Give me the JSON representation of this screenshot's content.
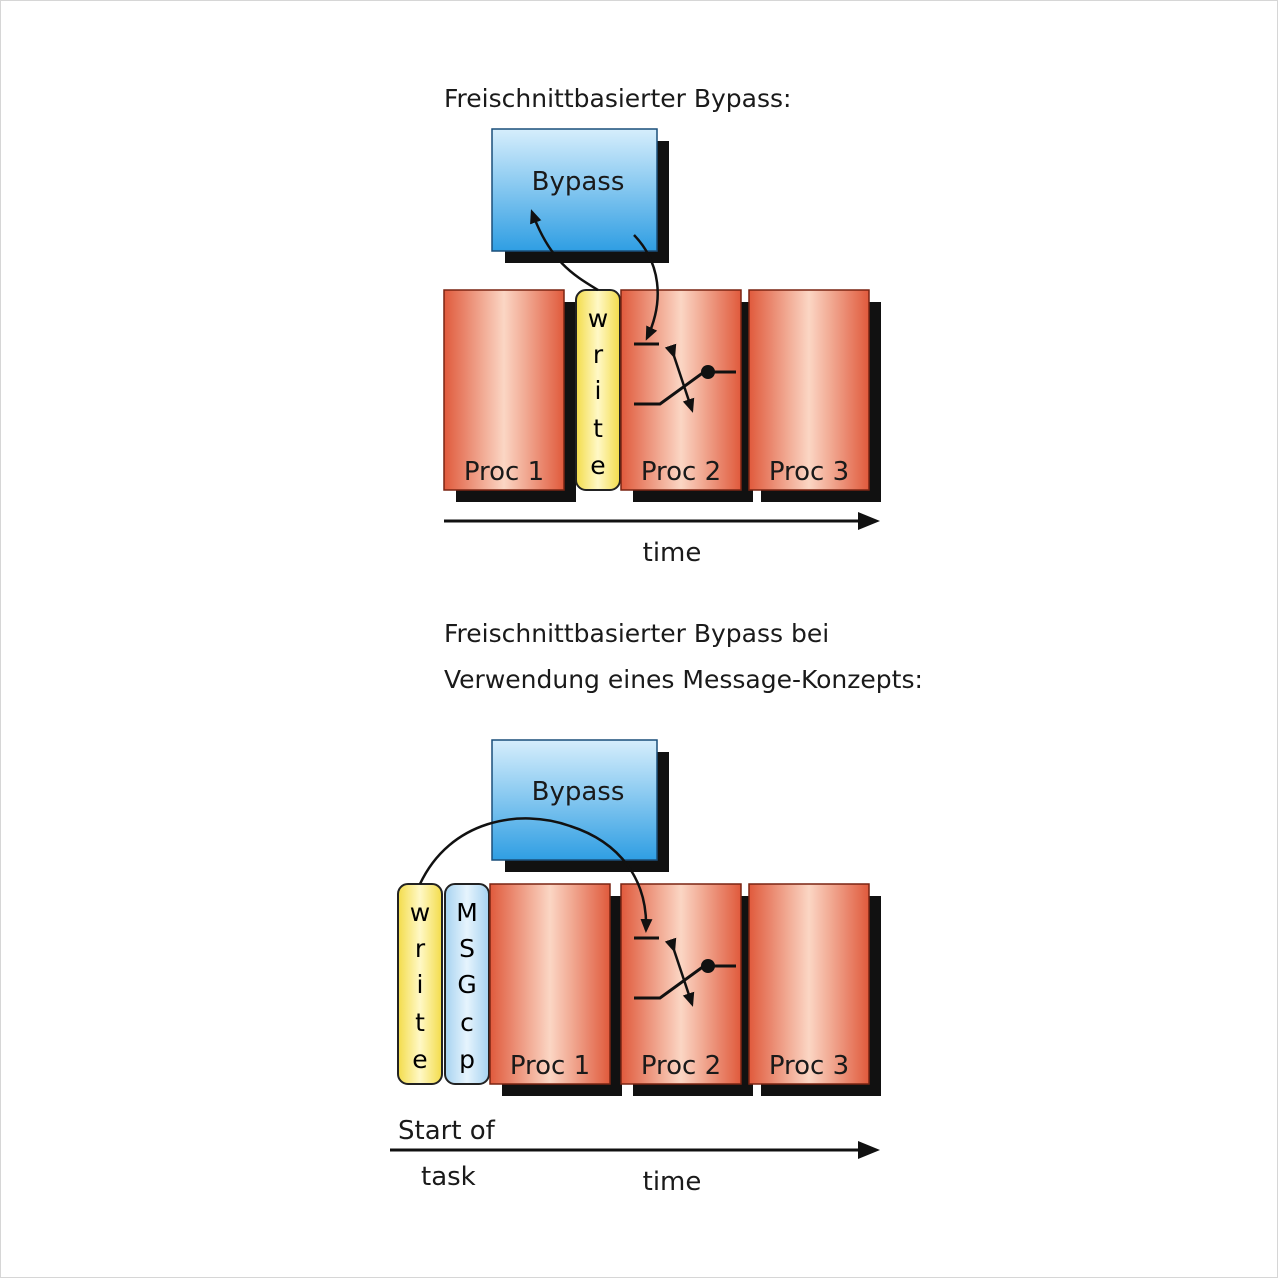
{
  "top_diagram": {
    "title": "Freischnittbasierter Bypass:",
    "bypass_label": "Bypass",
    "write_letters": [
      "w",
      "r",
      "i",
      "t",
      "e"
    ],
    "procs": [
      "Proc 1",
      "Proc 2",
      "Proc 3"
    ],
    "axis_label": "time"
  },
  "bottom_diagram": {
    "title_line1": "Freischnittbasierter Bypass bei",
    "title_line2": "Verwendung eines Message-Konzepts:",
    "bypass_label": "Bypass",
    "write_letters": [
      "w",
      "r",
      "i",
      "t",
      "e"
    ],
    "msgcp_letters": [
      "M",
      "S",
      "G",
      "c",
      "p"
    ],
    "procs": [
      "Proc 1",
      "Proc 2",
      "Proc 3"
    ],
    "start_label_line1": "Start of",
    "start_label_line2": "task",
    "axis_label": "time"
  },
  "colors": {
    "proc_fill": "#e8674a",
    "proc_highlight": "#fbd6c4",
    "bypass_fill": "#3aa6e6",
    "bypass_highlight": "#d6eefc",
    "write_fill": "#f7e36a",
    "msgcp_fill": "#b9dcf3",
    "shadow": "#111111"
  }
}
